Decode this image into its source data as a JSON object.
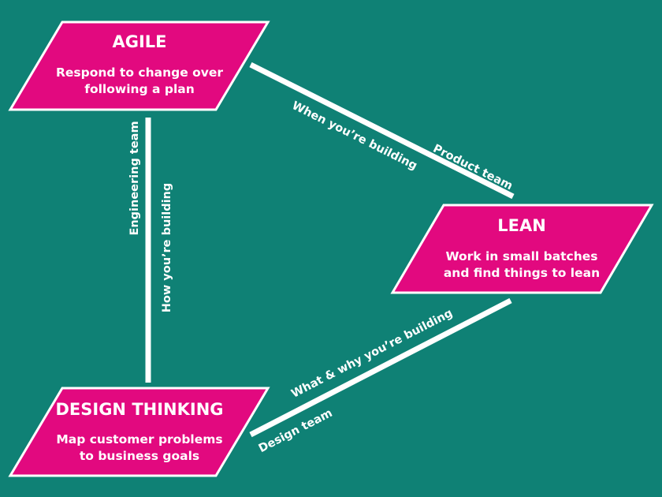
{
  "colors": {
    "background": "#0f8175",
    "node_fill": "#e2097f",
    "node_border": "#ffffff",
    "connector": "#ffffff",
    "text": "#ffffff"
  },
  "nodes": {
    "agile": {
      "title": "AGILE",
      "description_lines": [
        "Respond to change over",
        "following a plan"
      ]
    },
    "lean": {
      "title": "LEAN",
      "description_lines": [
        "Work in small batches",
        "and find things to lean"
      ]
    },
    "design_thinking": {
      "title": "DESIGN THINKING",
      "description_lines": [
        "Map customer problems",
        "to business goals"
      ]
    }
  },
  "edges": {
    "agile_lean": {
      "role_label": "Product team",
      "purpose_label": "When you’re building"
    },
    "agile_design": {
      "role_label": "Engineering team",
      "purpose_label": "How you’re building"
    },
    "lean_design": {
      "role_label": "Design team",
      "purpose_label": "What & why you’re building"
    }
  }
}
